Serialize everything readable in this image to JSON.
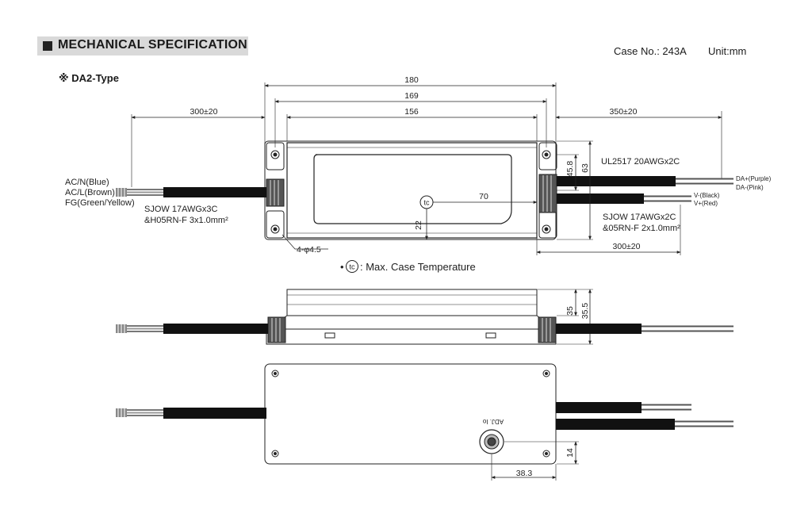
{
  "header": {
    "title": "MECHANICAL SPECIFICATION",
    "case_no": "Case No.: 243A",
    "unit": "Unit:mm",
    "type_label": "※ DA2-Type"
  },
  "dimensions": {
    "d180": "180",
    "d169": "169",
    "d156": "156",
    "left_cable_len": "300±20",
    "right_top_cable_len": "350±20",
    "right_bottom_cable_len": "300±20",
    "d45_8": "45.8",
    "d63": "63",
    "d70": "70",
    "d22": "22",
    "holes": "4-φ4.5",
    "d35": "35",
    "d35_5": "35.5",
    "d14": "14",
    "d38_3": "38.3"
  },
  "labels": {
    "ac_n": "AC/N(Blue)",
    "ac_l": "AC/L(Brown)",
    "fg": "FG(Green/Yellow)",
    "left_cable_1": "SJOW 17AWGx3C",
    "left_cable_2": "&H05RN-F 3x1.0mm²",
    "ul_cable": "UL2517 20AWGx2C",
    "da_plus": "DA+(Purple)",
    "da_minus": "DA-(Pink)",
    "v_minus": "V-(Black)",
    "v_plus": "V+(Red)",
    "right_cable_1": "SJOW 17AWGx2C",
    "right_cable_2": "&05RN-F 2x1.0mm²",
    "tc_symbol": "tc",
    "tc_legend": ": Max. Case Temperature",
    "bullet": "•",
    "bottom_mark": "ADJ. Io"
  }
}
